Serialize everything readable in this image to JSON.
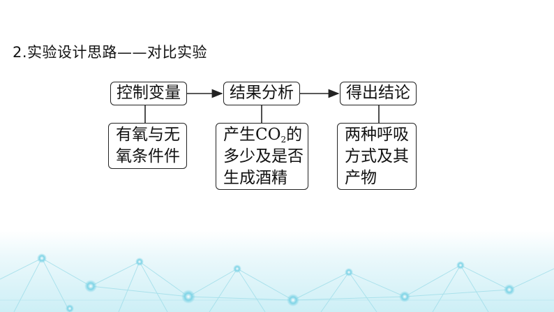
{
  "heading": "2.实验设计思路——对比实验",
  "flow": [
    {
      "label": "控制变量",
      "detail_lines": [
        "有氧与无",
        "氧条件件"
      ]
    },
    {
      "label": "结果分析",
      "detail_lines": [
        "产生CO",
        "多少及是否",
        "生成酒精"
      ],
      "subscript": "2",
      "after_subscript": "的"
    },
    {
      "label": "得出结论",
      "detail_lines": [
        "两种呼吸",
        "方式及其",
        "产物"
      ]
    }
  ],
  "colors": {
    "text": "#111111",
    "border": "#222222",
    "decor": "#7fd4e6"
  }
}
